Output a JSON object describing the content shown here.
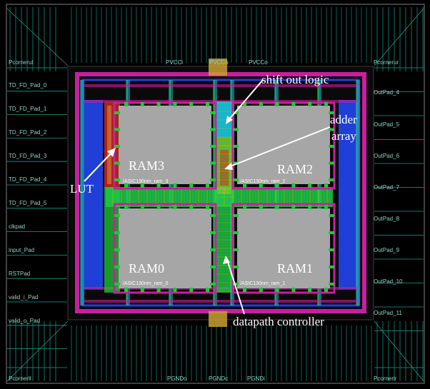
{
  "colors": {
    "background": "#000000",
    "pad_line": "#1e9e8f",
    "ram_fill": "#a6a6a6",
    "metal_magenta": "#c81f9e",
    "metal_blue": "#1f3fd6",
    "metal_cyan": "#18b8d8",
    "metal_green": "#22c83a",
    "metal_red": "#c8281e",
    "metal_yellow": "#d8c818",
    "annotation": "#ffffff"
  },
  "left_pads": [
    "Pcornerul",
    "TD_FD_Pad_0",
    "TD_FD_Pad_1",
    "TD_FD_Pad_2",
    "TD_FD_Pad_3",
    "TD_FD_Pad_4",
    "TD_FD_Pad_5",
    "clkpad",
    "input_Pad",
    "RSTPad",
    "valid_i_Pad",
    "valid_o_Pad",
    "Pcornerll"
  ],
  "right_pads": [
    "Pcornerur",
    "OutPad_4",
    "OutPad_5",
    "OutPad_6",
    "OutPad_7",
    "OutPad_8",
    "OutPad_9",
    "OutPad_10",
    "OutPad_11",
    "Pcornerlr"
  ],
  "top_pads": [
    "PVCCi",
    "PVCCo",
    "PVCCo"
  ],
  "bottom_pads": [
    "PGNDo",
    "PGNDc",
    "PGNDi"
  ],
  "rams": [
    {
      "id": "ram3",
      "label": "RAM3",
      "instance": "/ASIC130nm_ram_3"
    },
    {
      "id": "ram2",
      "label": "RAM2",
      "instance": "/ASIC130nm_ram_2"
    },
    {
      "id": "ram0",
      "label": "RAM0",
      "instance": "/ASIC130nm_ram_0"
    },
    {
      "id": "ram1",
      "label": "RAM1",
      "instance": "/ASIC130nm_ram_1"
    }
  ],
  "annotations": {
    "shift_out": "shift out logic",
    "adder_line1": "adder",
    "adder_line2": "array",
    "lut": "LUT",
    "datapath": "datapath controller"
  }
}
